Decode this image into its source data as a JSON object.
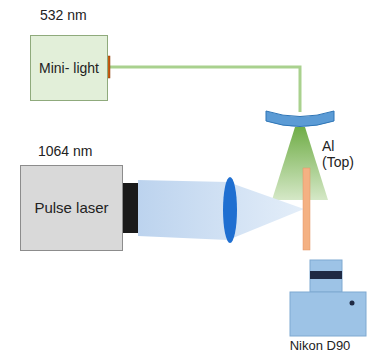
{
  "diagram": {
    "nodes": [
      {
        "text": [
          "Mini- light"
        ]
      },
      {
        "text": [
          "Pulse laser"
        ]
      },
      {
        "text": [
          "Nikon D90"
        ]
      }
    ],
    "labels": [
      "532 nm",
      "1064 nm",
      "Al (Top)"
    ]
  }
}
